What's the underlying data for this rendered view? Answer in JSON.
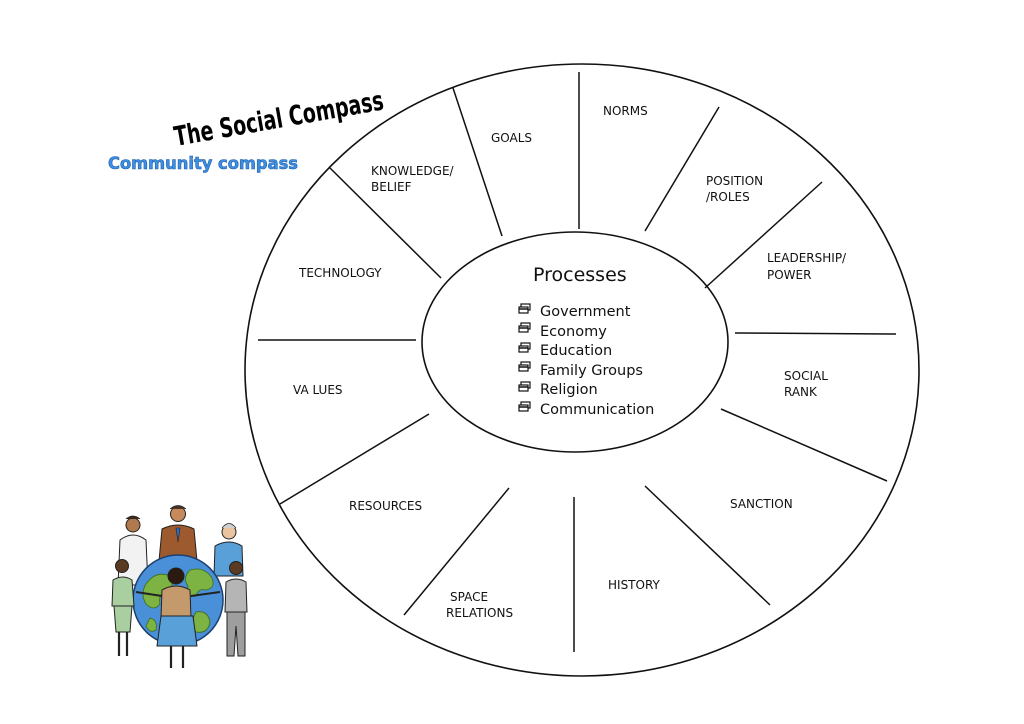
{
  "title": "The Social Compass",
  "subtitle": "Community compass",
  "center": {
    "title": "Processes",
    "items": [
      "Government",
      "Economy",
      "Education",
      "Family Groups",
      "Religion",
      "Communication"
    ]
  },
  "segments": [
    {
      "line1": "NORMS",
      "line2": ""
    },
    {
      "line1": "POSITION",
      "line2": "/ROLES"
    },
    {
      "line1": "LEADERSHIP/",
      "line2": "POWER"
    },
    {
      "line1": "SOCIAL",
      "line2": "RANK"
    },
    {
      "line1": "SANCTION",
      "line2": ""
    },
    {
      "line1": "HISTORY",
      "line2": ""
    },
    {
      "line1": "SPACE",
      "line2": "RELATIONS"
    },
    {
      "line1": "RESOURCES",
      "line2": ""
    },
    {
      "line1": "VA  LUES",
      "line2": ""
    },
    {
      "line1": "TECHNOLOGY",
      "line2": ""
    },
    {
      "line1": "KNOWLEDGE/",
      "line2": "BELIEF"
    },
    {
      "line1": "GOALS",
      "line2": ""
    }
  ],
  "colors": {
    "line": "#111111",
    "subtitle": "#3d8fe3",
    "globe_water": "#4a90d9",
    "globe_land": "#7cb342"
  },
  "illustration": {
    "icon": "people-around-globe-icon"
  }
}
